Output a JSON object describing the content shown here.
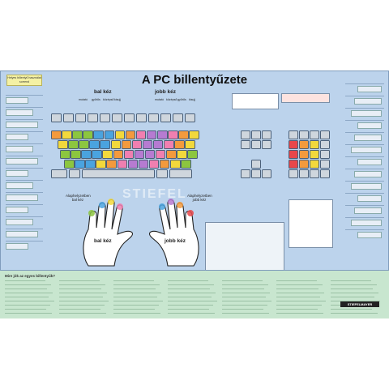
{
  "title": "A PC billentyűzete",
  "sticker_text": "Helyes billentyű használat sorrend",
  "left_hand_label": "bal kéz",
  "right_hand_label": "jobb kéz",
  "alap_left": "Alaphelyzetben bal kéz",
  "alap_right": "Alaphelyzetben jobb kéz",
  "finger_labels": [
    "mutató",
    "gyűrűs",
    "középső",
    "kisujj",
    "mutató",
    "középső",
    "gyűrűs",
    "kisujj"
  ],
  "watermark": "STIEFEL",
  "bottom_heading": "Mire jók az egyes billentyűk?",
  "brand": "STIEFELMAYER",
  "colors": {
    "poster_bg": "#bcd3ec",
    "bottom_bg": "#c8e6cf",
    "key_grey": "#cfd6dd",
    "red": "#e8474a",
    "orange": "#f39a3d",
    "yellow": "#f2d83c",
    "green": "#8cc63f",
    "blue": "#4aa3df",
    "purple": "#b67bd1",
    "pink": "#f07fb0"
  }
}
